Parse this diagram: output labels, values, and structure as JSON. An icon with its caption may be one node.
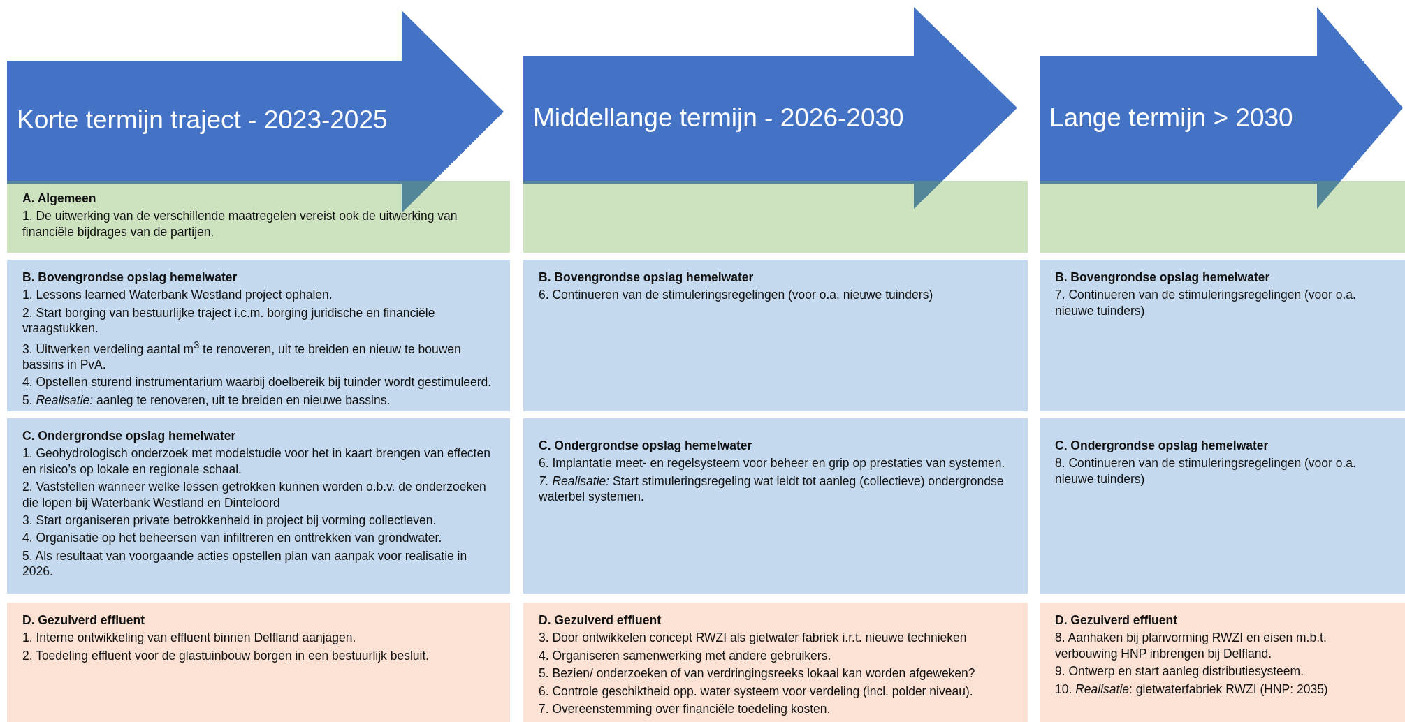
{
  "diagram": {
    "nodes": [
      {
        "text": [
          "Korte termijn traject - 2023-2025"
        ]
      },
      {
        "text": [
          "Middellange termijn - 2026-2030"
        ]
      },
      {
        "text": [
          "Lange termijn > 2030"
        ]
      },
      {
        "text": [
          "A. Algemeen",
          "1. De uitwerking van de verschillende maatregelen vereist ook de uitwerking van financiële bijdrages van de partijen."
        ]
      },
      {
        "text": [],
        "shape": "box"
      },
      {
        "text": [],
        "shape": "box"
      },
      {
        "text": [
          "B. Bovengrondse opslag hemelwater",
          "1. Lessons learned Waterbank Westland project ophalen.",
          "2. Start borging van bestuurlijke traject i.c.m. borging juridische en financiële vraagstukken.",
          "3. Uitwerken verdeling aantal m$^{3}$ te renoveren, uit te breiden en nieuw te bouwen bassins in PvA.",
          "4. Opstellen sturend instrumentarium waarbij doelbereik bij tuinder wordt gestimuleerd.",
          "5. *Realisatie:* aanleg te renoveren, uit te breiden en nieuwe bassins."
        ]
      },
      {
        "text": [
          "B. Bovengrondse opslag hemelwater",
          "6. Continueren van de stimuleringsregelingen (voor o.a. nieuwe tuinders)"
        ]
      },
      {
        "text": [
          "B. Bovengrondse opslag hemelwater",
          "7. Continueren van de stimuleringsregelingen (voor o.a. nieuwe tuinders)"
        ]
      },
      {
        "text": [
          "C. Ondergrondse opslag hemelwater",
          "1. Geohydrologisch onderzoek met modelstudie voor het in kaart brengen van effecten en risico’s op lokale en regionale schaal.",
          "2. Vaststellen wanneer welke lessen getrokken kunnen worden o.b.v. de onderzoeken die lopen bij Waterbank Westland en Dinteloord",
          "3. Start organiseren private betrokkenheid in project bij vorming collectieven.",
          "4. Organisatie op het beheersen van infiltreren en onttrekken van grondwater.",
          "5. Als resultaat van voorgaande acties opstellen plan van aanpak voor realisatie in 2026."
        ]
      },
      {
        "text": [
          "C. Ondergrondse opslag hemelwater",
          "6. Implantatie meet- en regelsysteem voor beheer en grip op prestaties van systemen.",
          "*7. Realisatie:* Start stimuleringsregeling wat leidt tot aanleg (collectieve) ondergrondse waterbel systemen."
        ]
      },
      {
        "text": [
          "C. Ondergrondse opslag hemelwater",
          "8. Continueren van de stimuleringsregelingen (voor o.a. nieuwe tuinders)"
        ]
      },
      {
        "text": [
          "D. Gezuiverd effluent",
          "1. Interne ontwikkeling van effluent binnen Delfland aanjagen.",
          "2. Toedeling effluent voor de glastuinbouw borgen in een bestuurlijk besluit."
        ]
      },
      {
        "text": [
          "D. Gezuiverd effluent",
          "3. Door ontwikkelen concept RWZI als gietwater fabriek i.r.t. nieuwe technieken",
          "4. Organiseren samenwerking met andere gebruikers.",
          "5. Bezien/ onderzoeken of van verdringingsreeks lokaal kan worden afgeweken?",
          "6. Controle geschiktheid opp. water systeem voor verdeling (incl. polder niveau).",
          "7. Overeenstemming over financiële toedeling kosten."
        ]
      },
      {
        "text": [
          "D. Gezuiverd effluent",
          "8. Aanhaken bij planvorming RWZI en eisen m.b.t. verbouwing HNP inbrengen bij Delfland.",
          "9. Ontwerp en start aanleg distributiesysteem.",
          "10. *Realisatie*: gietwaterfabriek RWZI (HNP: 2035)"
        ]
      }
    ]
  }
}
